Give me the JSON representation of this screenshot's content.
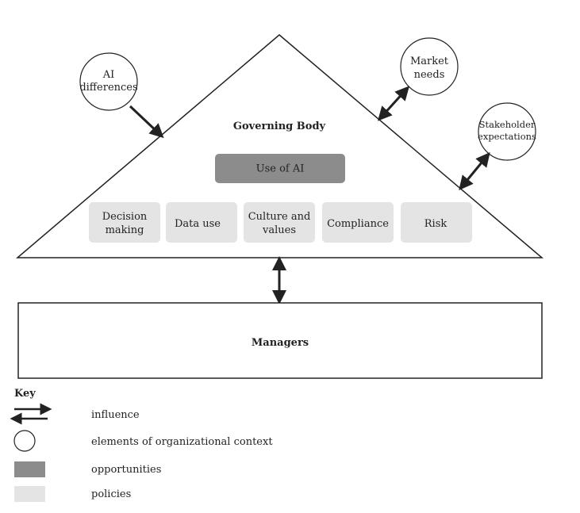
{
  "governing_body": {
    "title": "Governing Body",
    "opportunity": "Use of AI",
    "policies": [
      [
        "Decision",
        "making"
      ],
      [
        "Data use"
      ],
      [
        "Culture and",
        "values"
      ],
      [
        "Compliance"
      ],
      [
        "Risk"
      ]
    ]
  },
  "context_elements": {
    "ai_differences": [
      "AI",
      "differences"
    ],
    "market_needs": [
      "Market",
      "needs"
    ],
    "stakeholder_expectations": [
      "Stakeholder",
      "expectations"
    ]
  },
  "managers": {
    "title": "Managers"
  },
  "key": {
    "title": "Key",
    "items": [
      {
        "symbol": "arrows",
        "label": "influence"
      },
      {
        "symbol": "circle",
        "label": "elements of organizational context"
      },
      {
        "symbol": "dark-box",
        "label": "opportunities"
      },
      {
        "symbol": "light-box",
        "label": "policies"
      }
    ]
  },
  "colors": {
    "opportunity_fill": "#8c8c8c",
    "policy_fill": "#e4e4e4",
    "stroke": "#222222"
  }
}
